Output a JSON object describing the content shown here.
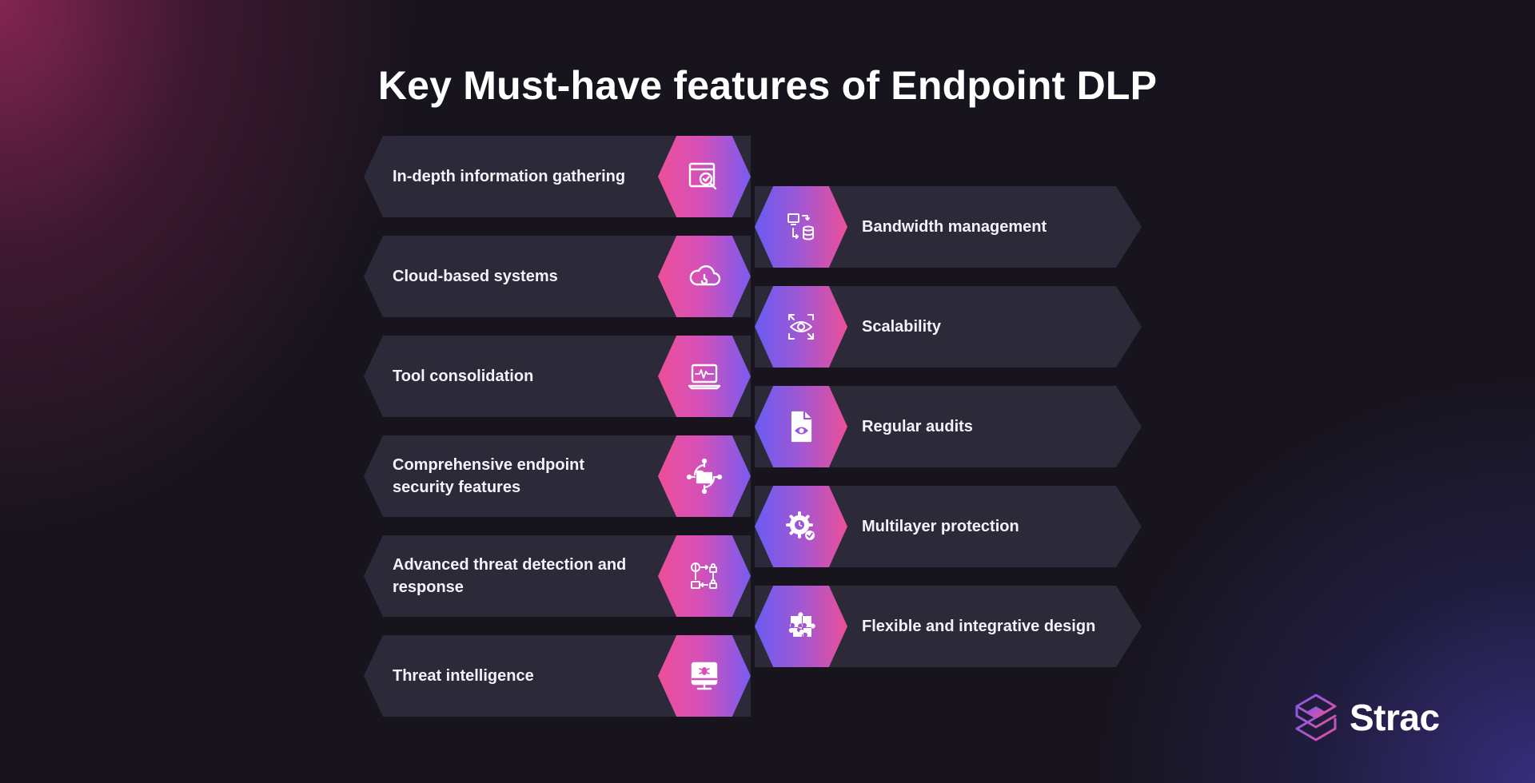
{
  "title": "Key Must-have features of Endpoint DLP",
  "left_features": [
    {
      "label": "In-depth information gathering",
      "icon": "browser-search-check-icon"
    },
    {
      "label": "Cloud-based systems",
      "icon": "cloud-icon"
    },
    {
      "label": "Tool consolidation",
      "icon": "laptop-activity-icon"
    },
    {
      "label": "Comprehensive endpoint security features",
      "icon": "folder-network-icon"
    },
    {
      "label": "Advanced threat detection and response",
      "icon": "data-transfer-lock-icon"
    },
    {
      "label": "Threat intelligence",
      "icon": "monitor-bug-icon"
    }
  ],
  "right_features": [
    {
      "label": "Bandwidth management",
      "icon": "computer-database-icon"
    },
    {
      "label": "Scalability",
      "icon": "eye-scan-icon"
    },
    {
      "label": "Regular audits",
      "icon": "document-eye-icon"
    },
    {
      "label": "Multilayer protection",
      "icon": "gear-clock-check-icon"
    },
    {
      "label": "Flexible and integrative design",
      "icon": "puzzle-icon"
    }
  ],
  "brand": {
    "name": "Strac",
    "icon": "strac-logo-icon"
  },
  "colors": {
    "background": "#17141d",
    "card": "#2c2938",
    "pink": "#ec4f9a",
    "violet": "#6a5cf2"
  }
}
